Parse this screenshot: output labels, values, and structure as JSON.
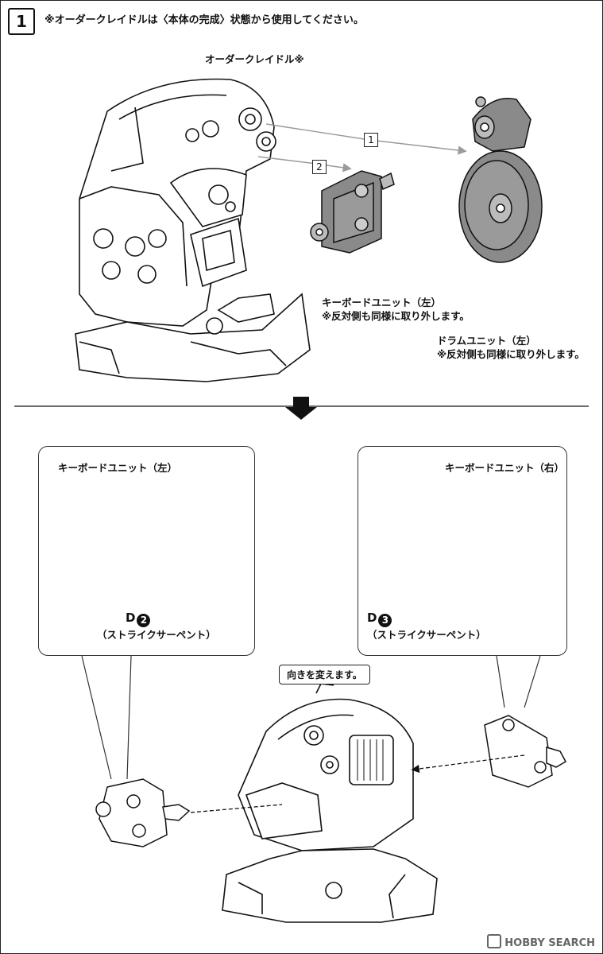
{
  "step": {
    "number": "1",
    "note": "※オーダークレイドルは〈本体の完成〉状態から使用してください。"
  },
  "top": {
    "main_label": "オーダークレイドル※",
    "arrow_1": "1",
    "arrow_2": "2",
    "keyboard": {
      "title": "キーボードユニット（左）",
      "note": "※反対側も同様に取り外します。"
    },
    "drum": {
      "title": "ドラムユニット（左）",
      "note": "※反対側も同様に取り外します。"
    }
  },
  "bottom": {
    "left_callout": {
      "title": "キーボードユニット（左）",
      "part_letter": "D",
      "part_number": "2",
      "part_name": "（ストライクサーペント）"
    },
    "right_callout": {
      "title": "キーボードユニット（右）",
      "part_letter": "D",
      "part_number": "3",
      "part_name": "（ストライクサーペント）"
    },
    "direction_hint": "向きを変えます。"
  },
  "watermark": "HOBBY SEARCH",
  "colors": {
    "ink": "#111111",
    "part_fill": "#8a8a8a",
    "arrow_line": "#9a9a9a"
  }
}
